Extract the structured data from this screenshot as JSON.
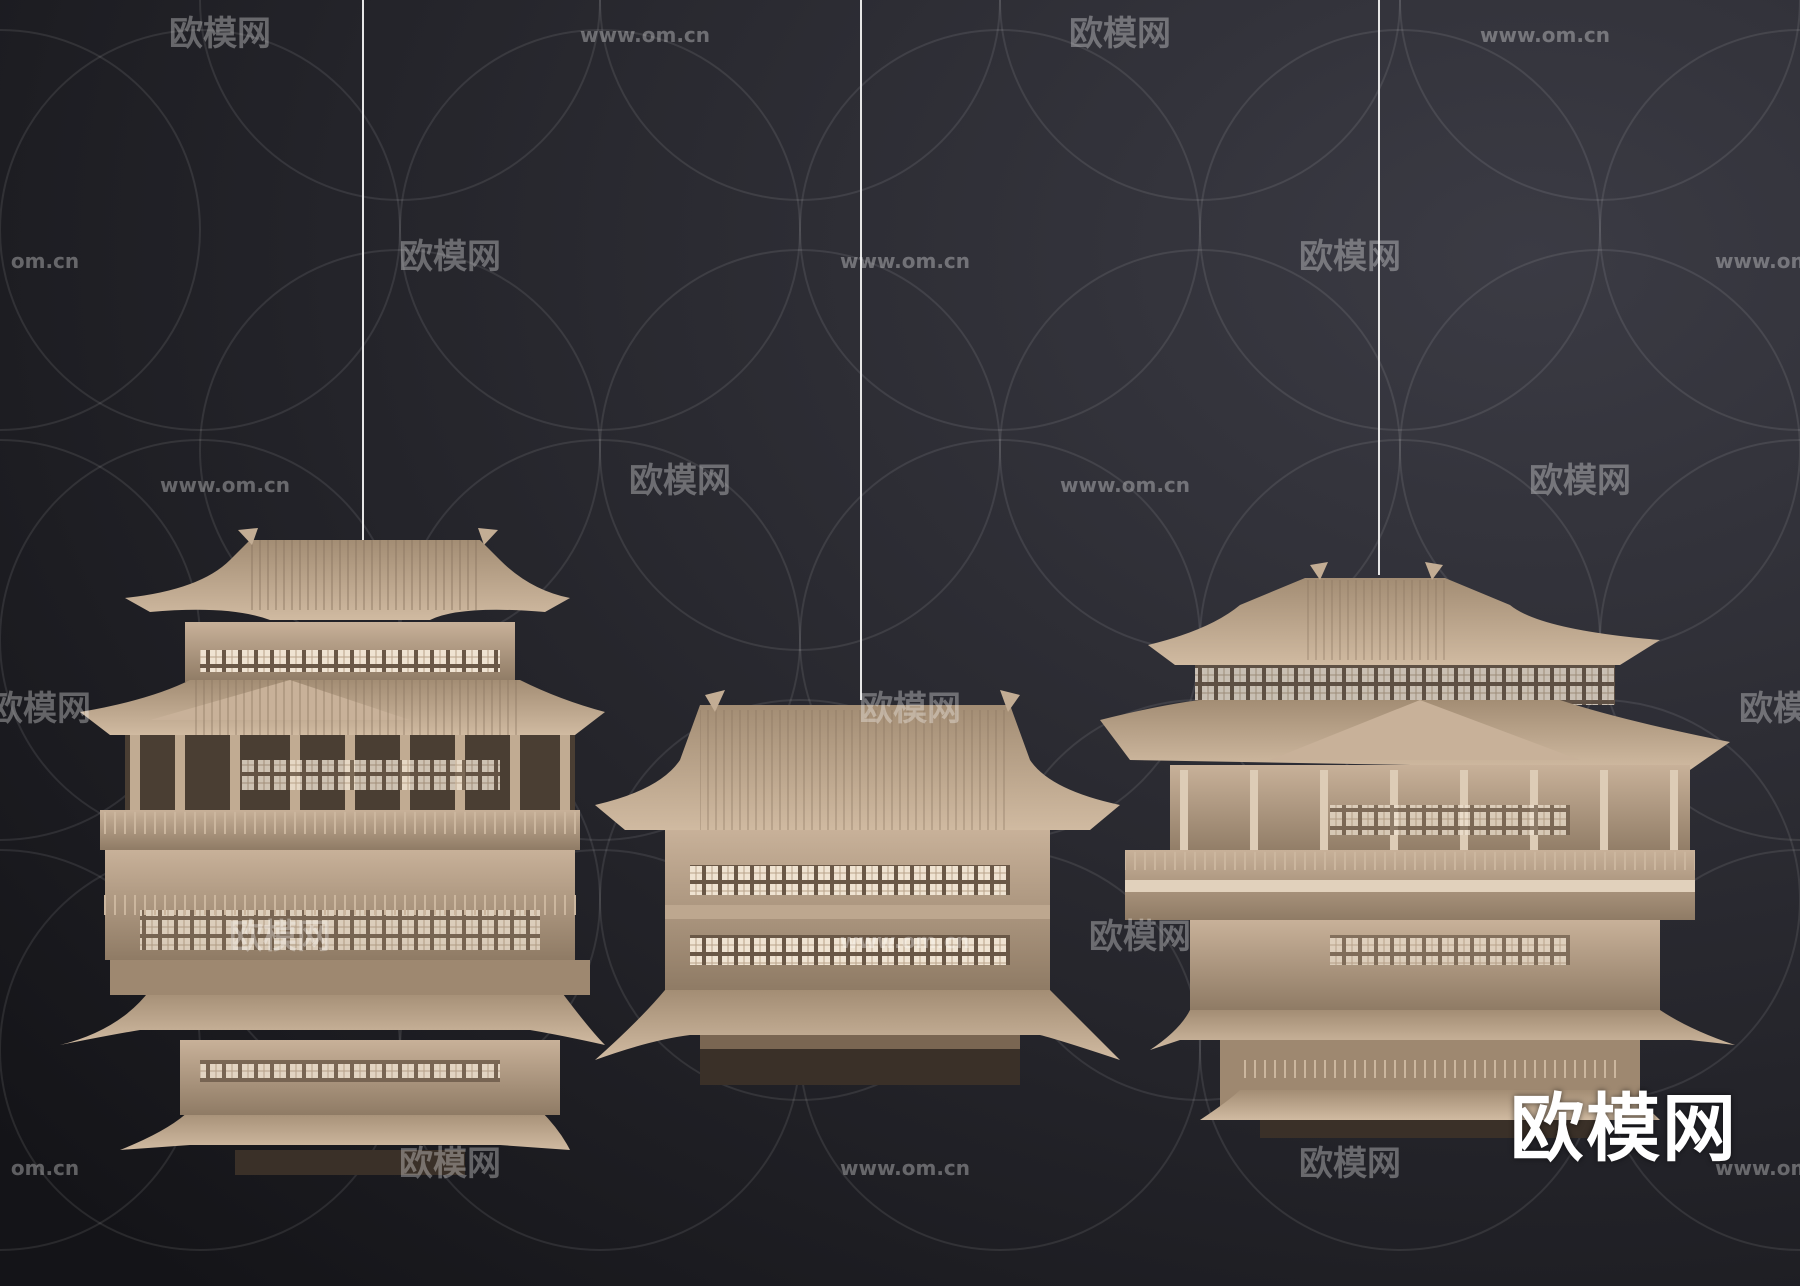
{
  "image": {
    "subject": "three hanging 3D models of traditional Chinese pavilions on a dark gradient backdrop",
    "models": [
      {
        "name": "pavilion-left-multi-tier"
      },
      {
        "name": "pavilion-center-single-roof"
      },
      {
        "name": "pavilion-right-two-tier"
      }
    ]
  },
  "watermark": {
    "logo_text": "欧模网",
    "url_text": "www.om.cn",
    "url_partial": "om.cn"
  },
  "colors": {
    "background_dark": "#141418",
    "background_light": "#3b3b44",
    "model_wood": "#b39b80",
    "model_shadow": "#5e4f40",
    "hang_line": "#e6e6e6"
  }
}
